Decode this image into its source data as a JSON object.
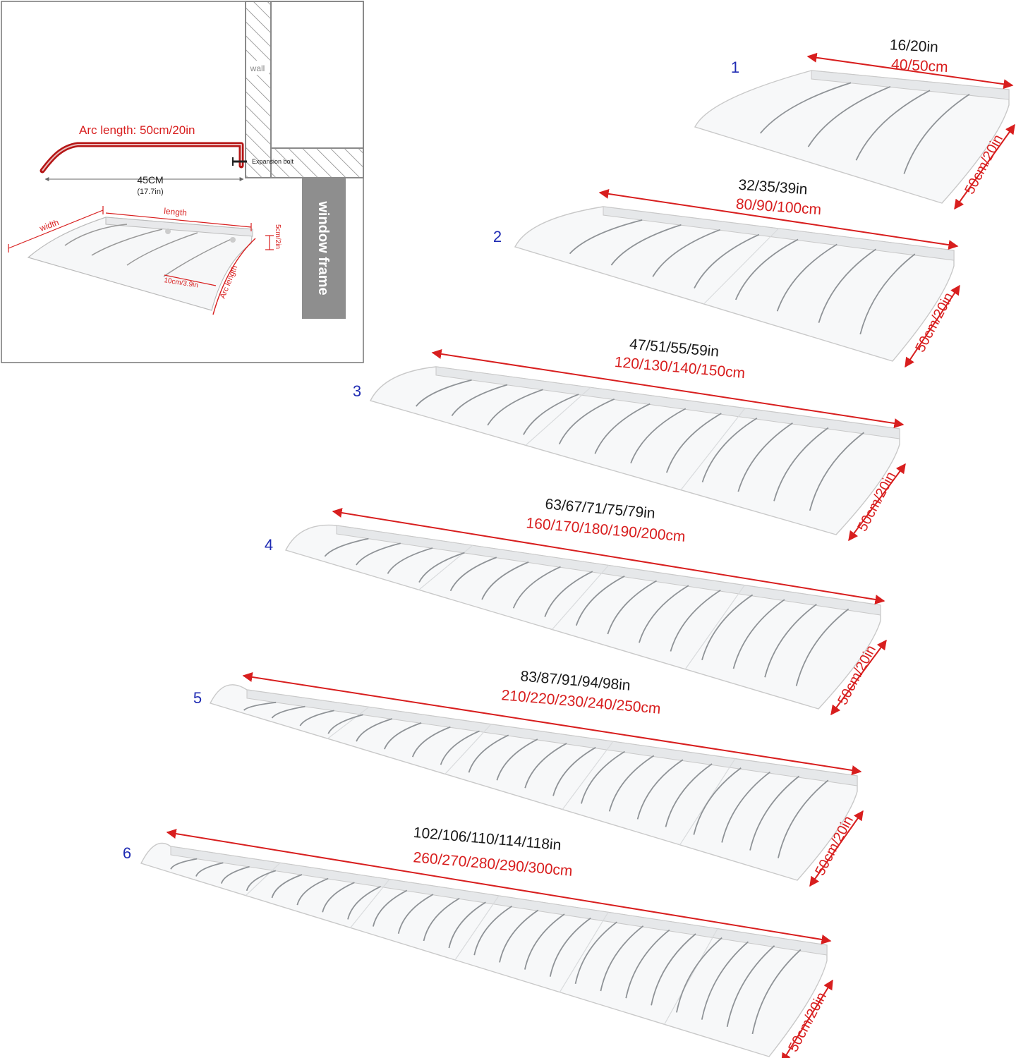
{
  "colors": {
    "red": "#d81e1e",
    "blue": "#1f2bb3",
    "black": "#1a1a1a",
    "wall_gray": "#8a8a8a",
    "window_frame": "#8e8e8e",
    "canopy_edge": "#c9c9c9",
    "canopy_fill": "#f7f8f9"
  },
  "detail": {
    "wall_label": "wall",
    "arc_length_label": "Arc length: 50cm/20in",
    "expansion_bolt_label": "Expansion bolt",
    "depth_cm": "45CM",
    "depth_in": "(17.7in)",
    "window_frame_label": "window frame",
    "width_label": "width",
    "length_label": "length",
    "lip_label": "5cm/2in",
    "bracket_label": "10cm/3.9in",
    "arc_label": "Arc length"
  },
  "variants": [
    {
      "number": "1",
      "size_in": "16/20in",
      "size_cm": "40/50cm",
      "depth": "50cm/20in"
    },
    {
      "number": "2",
      "size_in": "32/35/39in",
      "size_cm": "80/90/100cm",
      "depth": "50cm/20in"
    },
    {
      "number": "3",
      "size_in": "47/51/55/59in",
      "size_cm": "120/130/140/150cm",
      "depth": "50cm/20in"
    },
    {
      "number": "4",
      "size_in": "63/67/71/75/79in",
      "size_cm": "160/170/180/190/200cm",
      "depth": "50cm/20in"
    },
    {
      "number": "5",
      "size_in": "83/87/91/94/98in",
      "size_cm": "210/220/230/240/250cm",
      "depth": "50cm/20in"
    },
    {
      "number": "6",
      "size_in": "102/106/110/114/118in",
      "size_cm": "260/270/280/290/300cm",
      "depth": "50cm/20in"
    }
  ]
}
